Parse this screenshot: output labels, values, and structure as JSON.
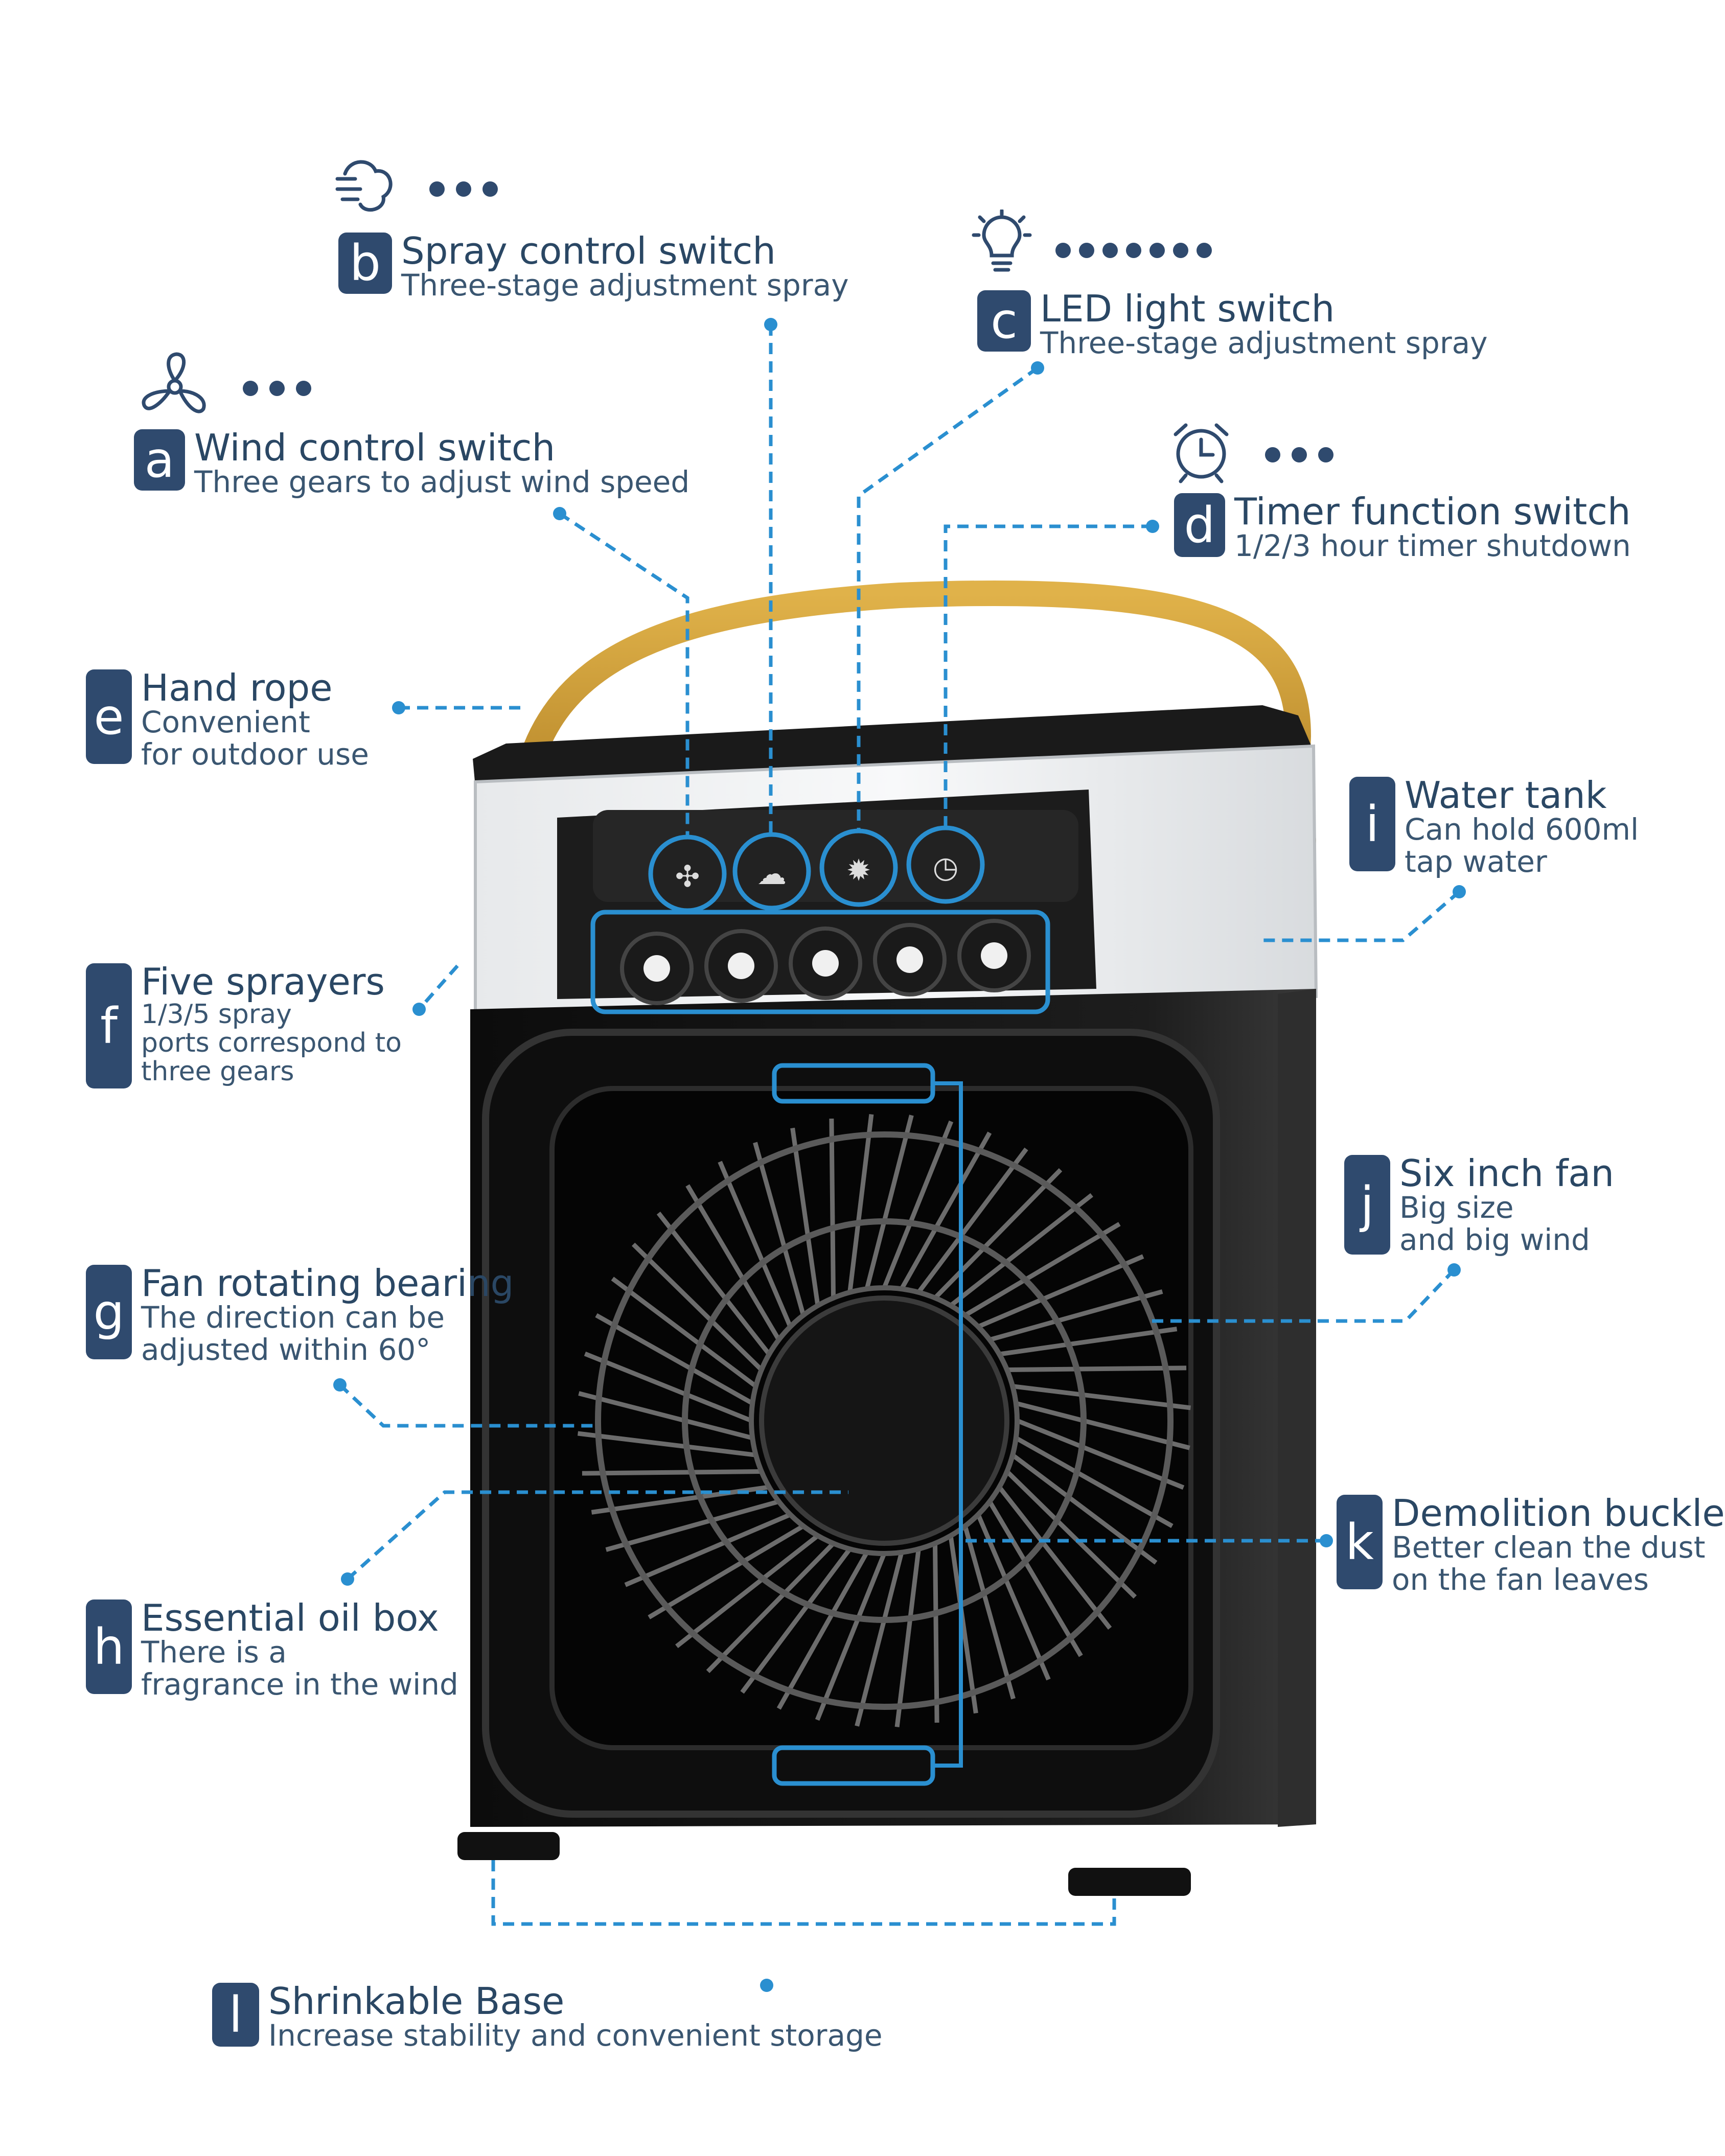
{
  "callouts": {
    "a": {
      "letter": "a",
      "title": "Wind control switch",
      "desc": [
        "Three gears to adjust wind speed"
      ]
    },
    "b": {
      "letter": "b",
      "title": "Spray control switch",
      "desc": [
        "Three-stage adjustment spray"
      ]
    },
    "c": {
      "letter": "c",
      "title": "LED light switch",
      "desc": [
        "Three-stage adjustment spray"
      ]
    },
    "d": {
      "letter": "d",
      "title": "Timer function switch",
      "desc": [
        "1/2/3 hour timer shutdown"
      ]
    },
    "e": {
      "letter": "e",
      "title": "Hand rope",
      "desc": [
        "Convenient",
        "for outdoor use"
      ]
    },
    "f": {
      "letter": "f",
      "title": "Five sprayers",
      "desc": [
        "1/3/5 spray",
        "ports correspond to",
        "three gears"
      ]
    },
    "g": {
      "letter": "g",
      "title": "Fan rotating bearing",
      "desc": [
        "The direction can be",
        "adjusted within 60°"
      ]
    },
    "h": {
      "letter": "h",
      "title": "Essential oil box",
      "desc": [
        "There is a",
        "fragrance in the wind"
      ]
    },
    "i": {
      "letter": "i",
      "title": "Water tank",
      "desc": [
        "Can hold 600ml",
        "tap water"
      ]
    },
    "j": {
      "letter": "j",
      "title": "Six inch fan",
      "desc": [
        "Big size",
        "and big wind"
      ]
    },
    "k": {
      "letter": "k",
      "title": "Demolition buckle",
      "desc": [
        "Better clean the dust",
        "on the fan leaves"
      ]
    },
    "l": {
      "letter": "l",
      "title": "Shrinkable Base",
      "desc": [
        "Increase stability and convenient storage"
      ]
    }
  },
  "icons": {
    "wind": "fan-icon",
    "spray": "spray-icon",
    "led": "lightbulb-icon",
    "timer": "alarm-clock-icon"
  },
  "colors": {
    "accent": "#2a8fd0",
    "badge": "#2f4a6e",
    "device": "#141414",
    "handle": "#c9962f",
    "text": "#2a4764"
  }
}
